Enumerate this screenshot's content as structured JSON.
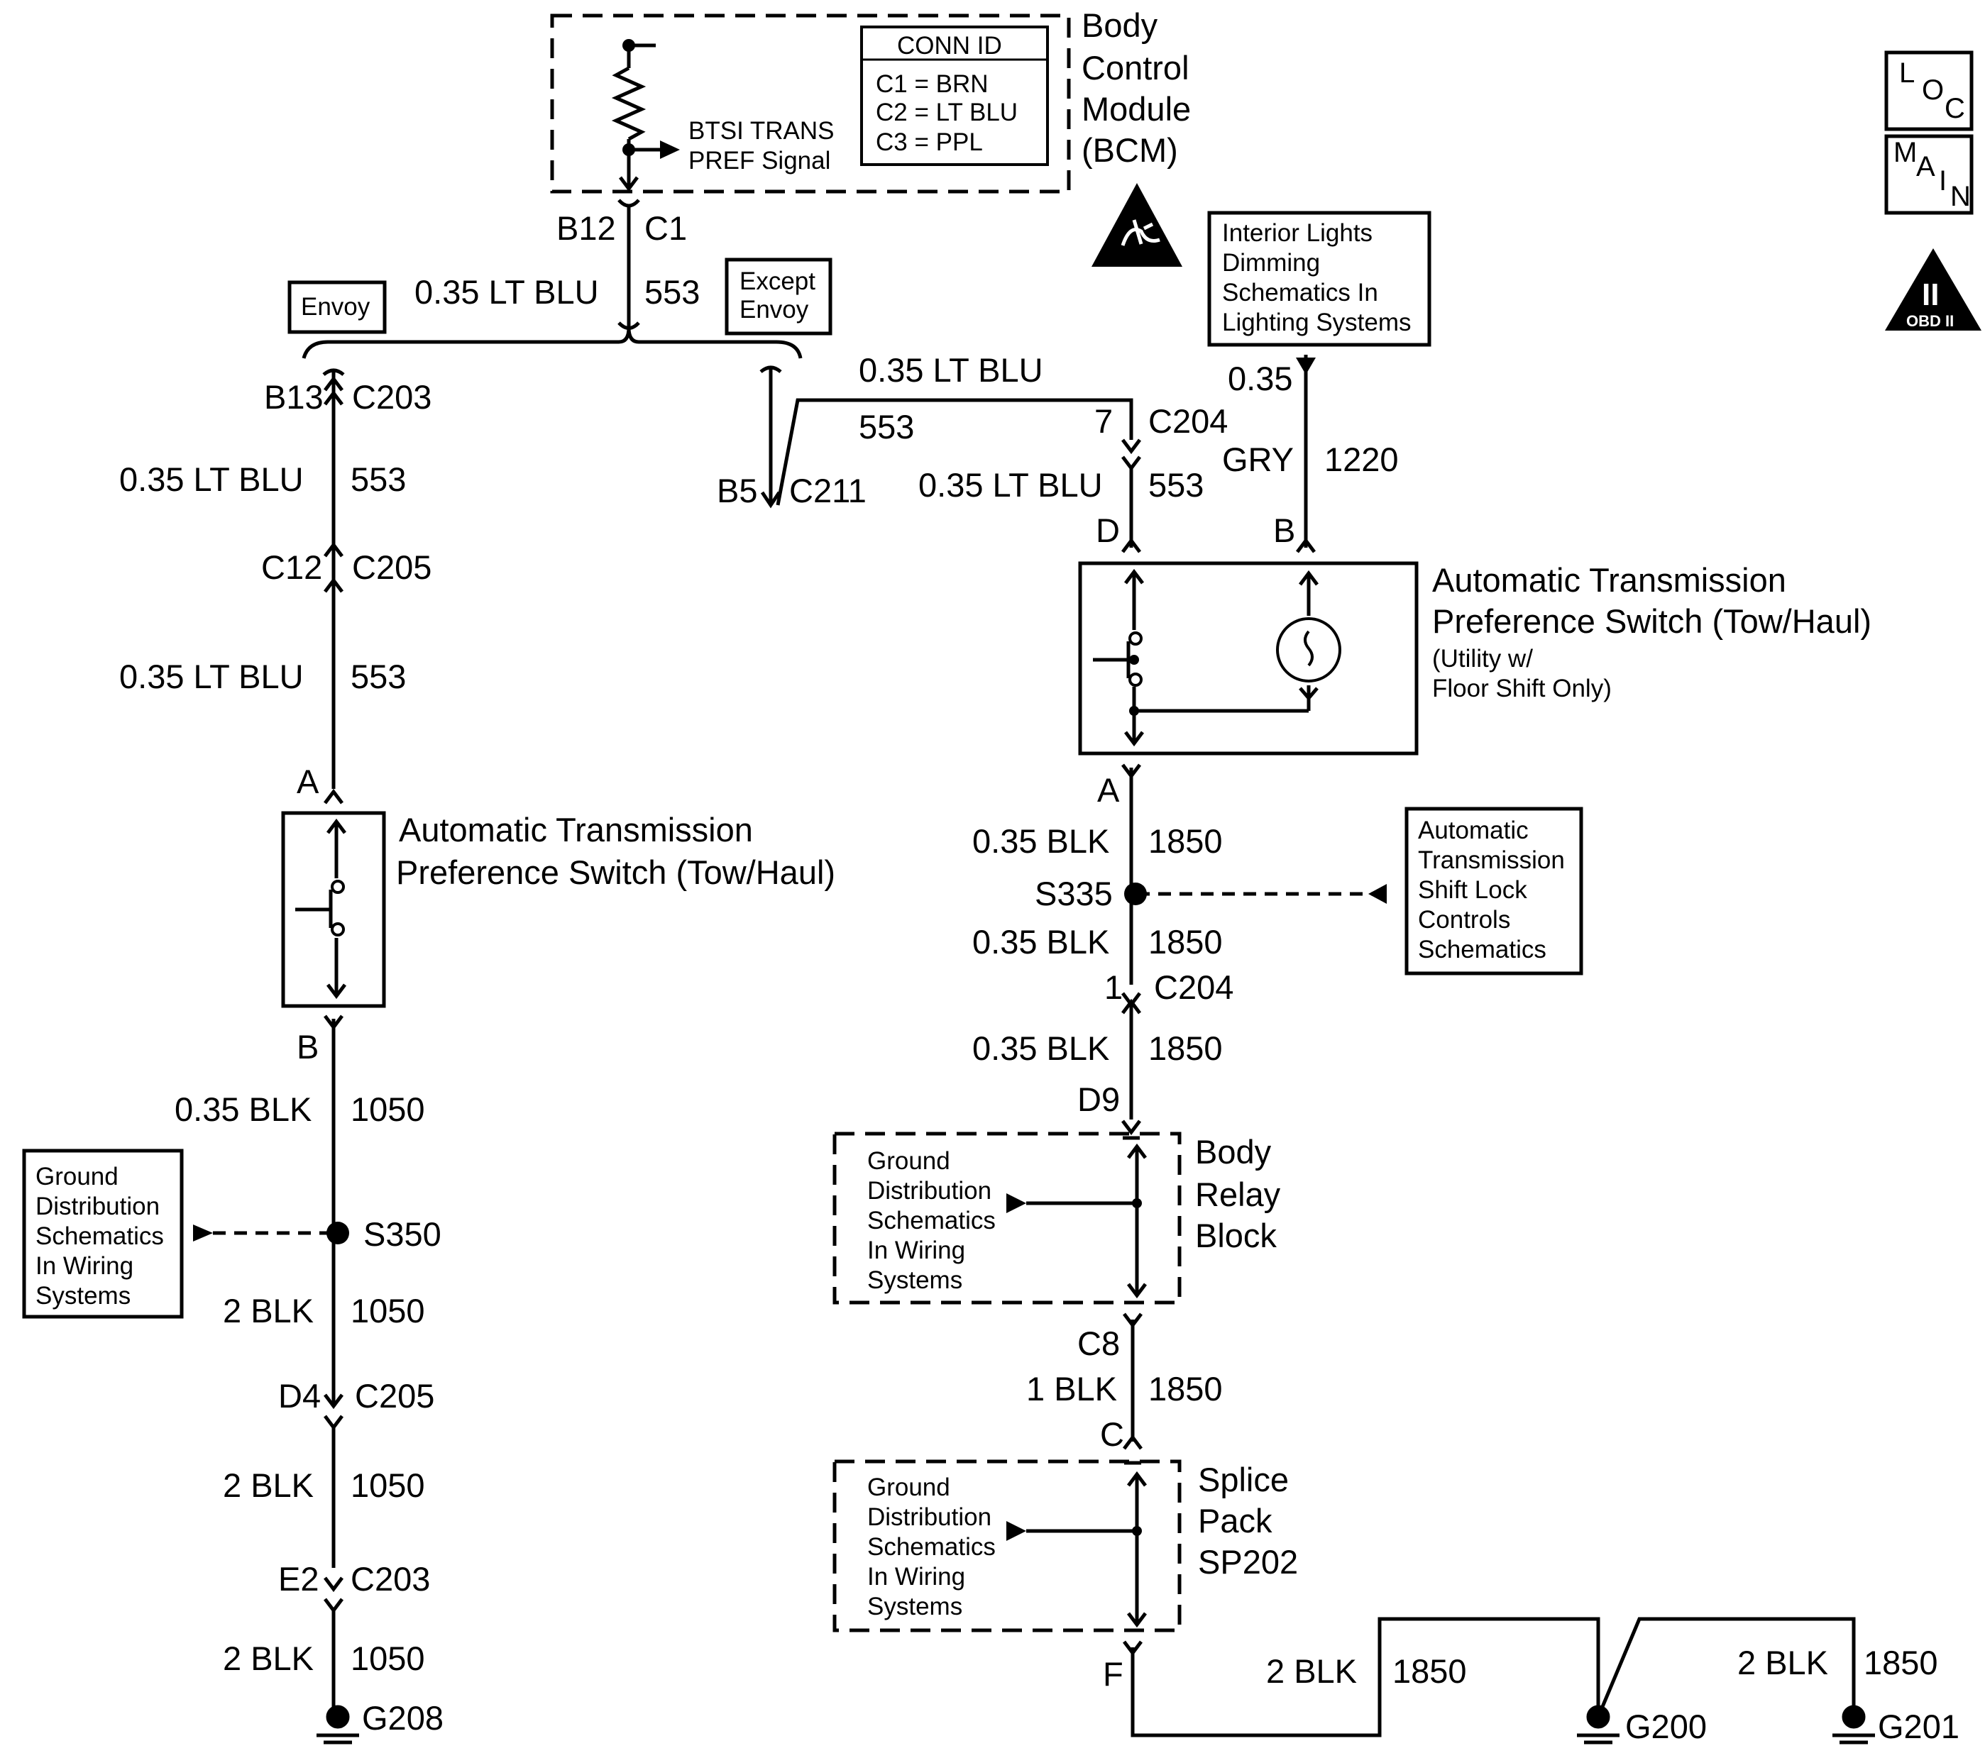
{
  "bcm": {
    "title_lines": [
      "Body",
      "Control",
      "Module",
      "(BCM)"
    ],
    "conn_id_title": "CONN ID",
    "conn_ids": [
      "C1 = BRN",
      "C2 = LT BLU",
      "C3 = PPL"
    ],
    "signal_lines": [
      "BTSI TRANS",
      "PREF Signal"
    ],
    "pin": "B12",
    "connector": "C1"
  },
  "top_wire": {
    "gauge_color": "0.35 LT BLU",
    "circuit": "553"
  },
  "variant_labels": {
    "envoy": "Envoy",
    "except_envoy_lines": [
      "Except",
      "Envoy"
    ]
  },
  "left_branch": {
    "conn1_pin": "B13",
    "conn1_id": "C203",
    "wire1_gauge": "0.35 LT BLU",
    "wire1_circuit": "553",
    "conn2_pin": "C12",
    "conn2_id": "C205",
    "wire2_gauge": "0.35 LT BLU",
    "wire2_circuit": "553",
    "switch_top_pin": "A",
    "switch_title_lines": [
      "Automatic Transmission",
      "Preference Switch (Tow/Haul)"
    ],
    "switch_bottom_pin": "B",
    "wire3_gauge": "0.35 BLK",
    "wire3_circuit": "1050",
    "splice": "S350",
    "ground_ref_lines": [
      "Ground",
      "Distribution",
      "Schematics",
      "In Wiring",
      "Systems"
    ],
    "wire4_gauge": "2 BLK",
    "wire4_circuit": "1050",
    "conn3_pin": "D4",
    "conn3_id": "C205",
    "wire5_gauge": "2 BLK",
    "wire5_circuit": "1050",
    "conn4_pin": "E2",
    "conn4_id": "C203",
    "wire6_gauge": "2 BLK",
    "wire6_circuit": "1050",
    "ground": "G208"
  },
  "right_branch": {
    "c211_pin": "B5",
    "c211_id": "C211",
    "wire1_gauge": "0.35 LT BLU",
    "wire1_circuit": "553",
    "c204_pin": "7",
    "c204_id": "C204",
    "wire2_gauge": "0.35 LT BLU",
    "wire2_circuit": "553",
    "switch_pin_d": "D",
    "switch_pin_b": "B",
    "dimming_ref_lines": [
      "Interior Lights",
      "Dimming",
      "Schematics In",
      "Lighting Systems"
    ],
    "dimming_gauge": "0.35",
    "dimming_color": "GRY",
    "dimming_circuit": "1220",
    "switch_title_lines": [
      "Automatic Transmission",
      "Preference Switch (Tow/Haul)"
    ],
    "switch_sub_lines": [
      "(Utility w/",
      "Floor Shift Only)"
    ],
    "switch_pin_a": "A",
    "wire3_gauge": "0.35 BLK",
    "wire3_circuit": "1850",
    "splice": "S335",
    "shift_lock_ref_lines": [
      "Automatic",
      "Transmission",
      "Shift Lock",
      "Controls",
      "Schematics"
    ],
    "wire4_gauge": "0.35 BLK",
    "wire4_circuit": "1850",
    "c204b_pin": "1",
    "c204b_id": "C204",
    "wire5_gauge": "0.35 BLK",
    "wire5_circuit": "1850",
    "relay_pin": "D9",
    "relay_ground_lines": [
      "Ground",
      "Distribution",
      "Schematics",
      "In Wiring",
      "Systems"
    ],
    "relay_title_lines": [
      "Body",
      "Relay",
      "Block"
    ],
    "relay_out_pin": "C8",
    "wire6_gauge": "1 BLK",
    "wire6_circuit": "1850",
    "splice_pack_pin": "C",
    "sp_ground_lines": [
      "Ground",
      "Distribution",
      "Schematics",
      "In Wiring",
      "Systems"
    ],
    "sp_title_lines": [
      "Splice",
      "Pack",
      "SP202"
    ],
    "sp_out_pin": "F",
    "wire7_gauge": "2 BLK",
    "wire7_circuit": "1850",
    "ground1": "G200",
    "wire8_gauge": "2 BLK",
    "wire8_circuit": "1850",
    "ground2": "G201"
  },
  "nav_icons": {
    "loc": [
      "L",
      "O",
      "C"
    ],
    "main": [
      "M",
      "A",
      "I",
      "N"
    ],
    "obd": "OBD II",
    "obd_numeral": "II"
  }
}
